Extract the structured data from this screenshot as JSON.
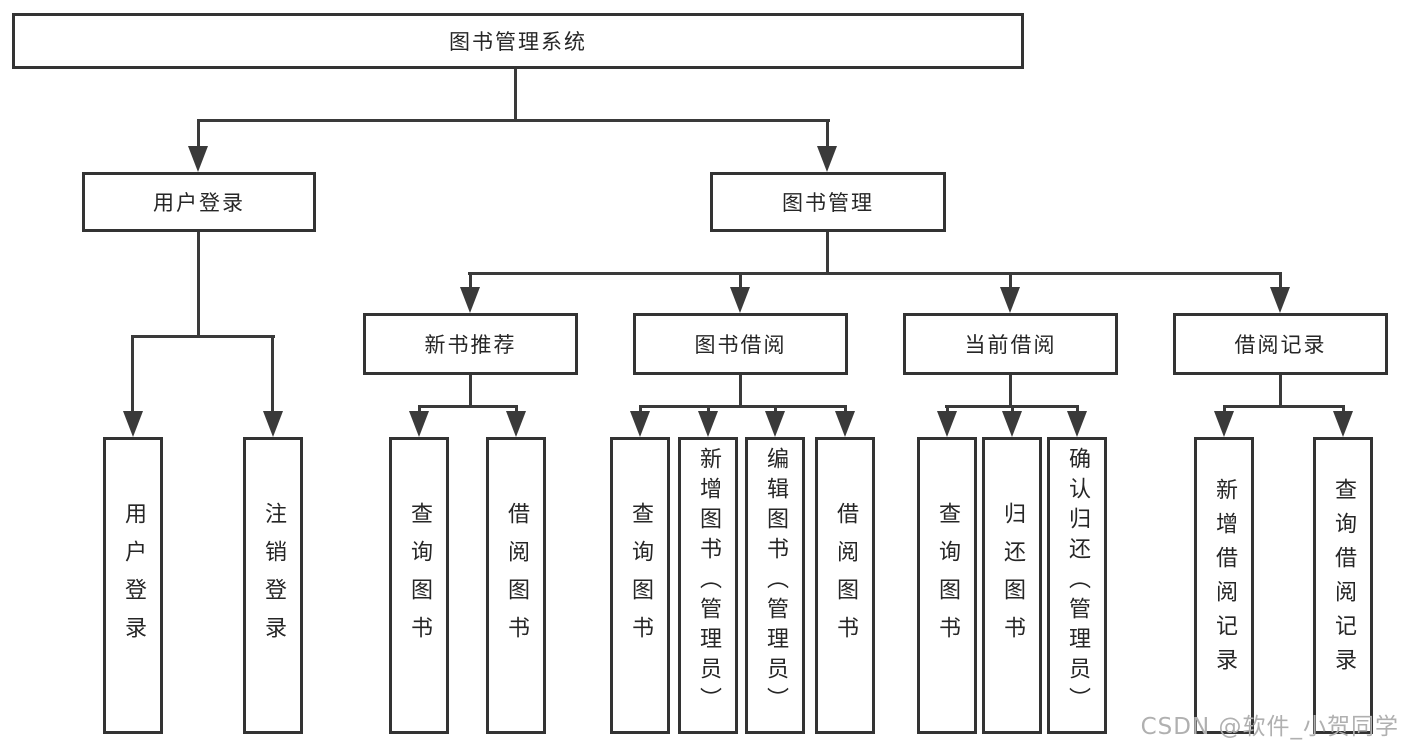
{
  "colors": {
    "line": "#3a3a3a",
    "border": "#333333",
    "text": "#262626",
    "bg": "#ffffff",
    "watermark": "#b0b0b0"
  },
  "tree": {
    "root": "图书管理系统",
    "children": [
      {
        "label": "用户登录",
        "children": [
          "用户登录",
          "注销登录"
        ]
      },
      {
        "label": "图书管理",
        "children": [
          {
            "label": "新书推荐",
            "children": [
              "查询图书",
              "借阅图书"
            ]
          },
          {
            "label": "图书借阅",
            "children": [
              "查询图书",
              "新增图书（管理员）",
              "编辑图书（管理员）",
              "借阅图书"
            ]
          },
          {
            "label": "当前借阅",
            "children": [
              "查询图书",
              "归还图书",
              "确认归还（管理员）"
            ]
          },
          {
            "label": "借阅记录",
            "children": [
              "新增借阅记录",
              "查询借阅记录"
            ]
          }
        ]
      }
    ]
  },
  "watermark": "CSDN @软件_小贺同学"
}
